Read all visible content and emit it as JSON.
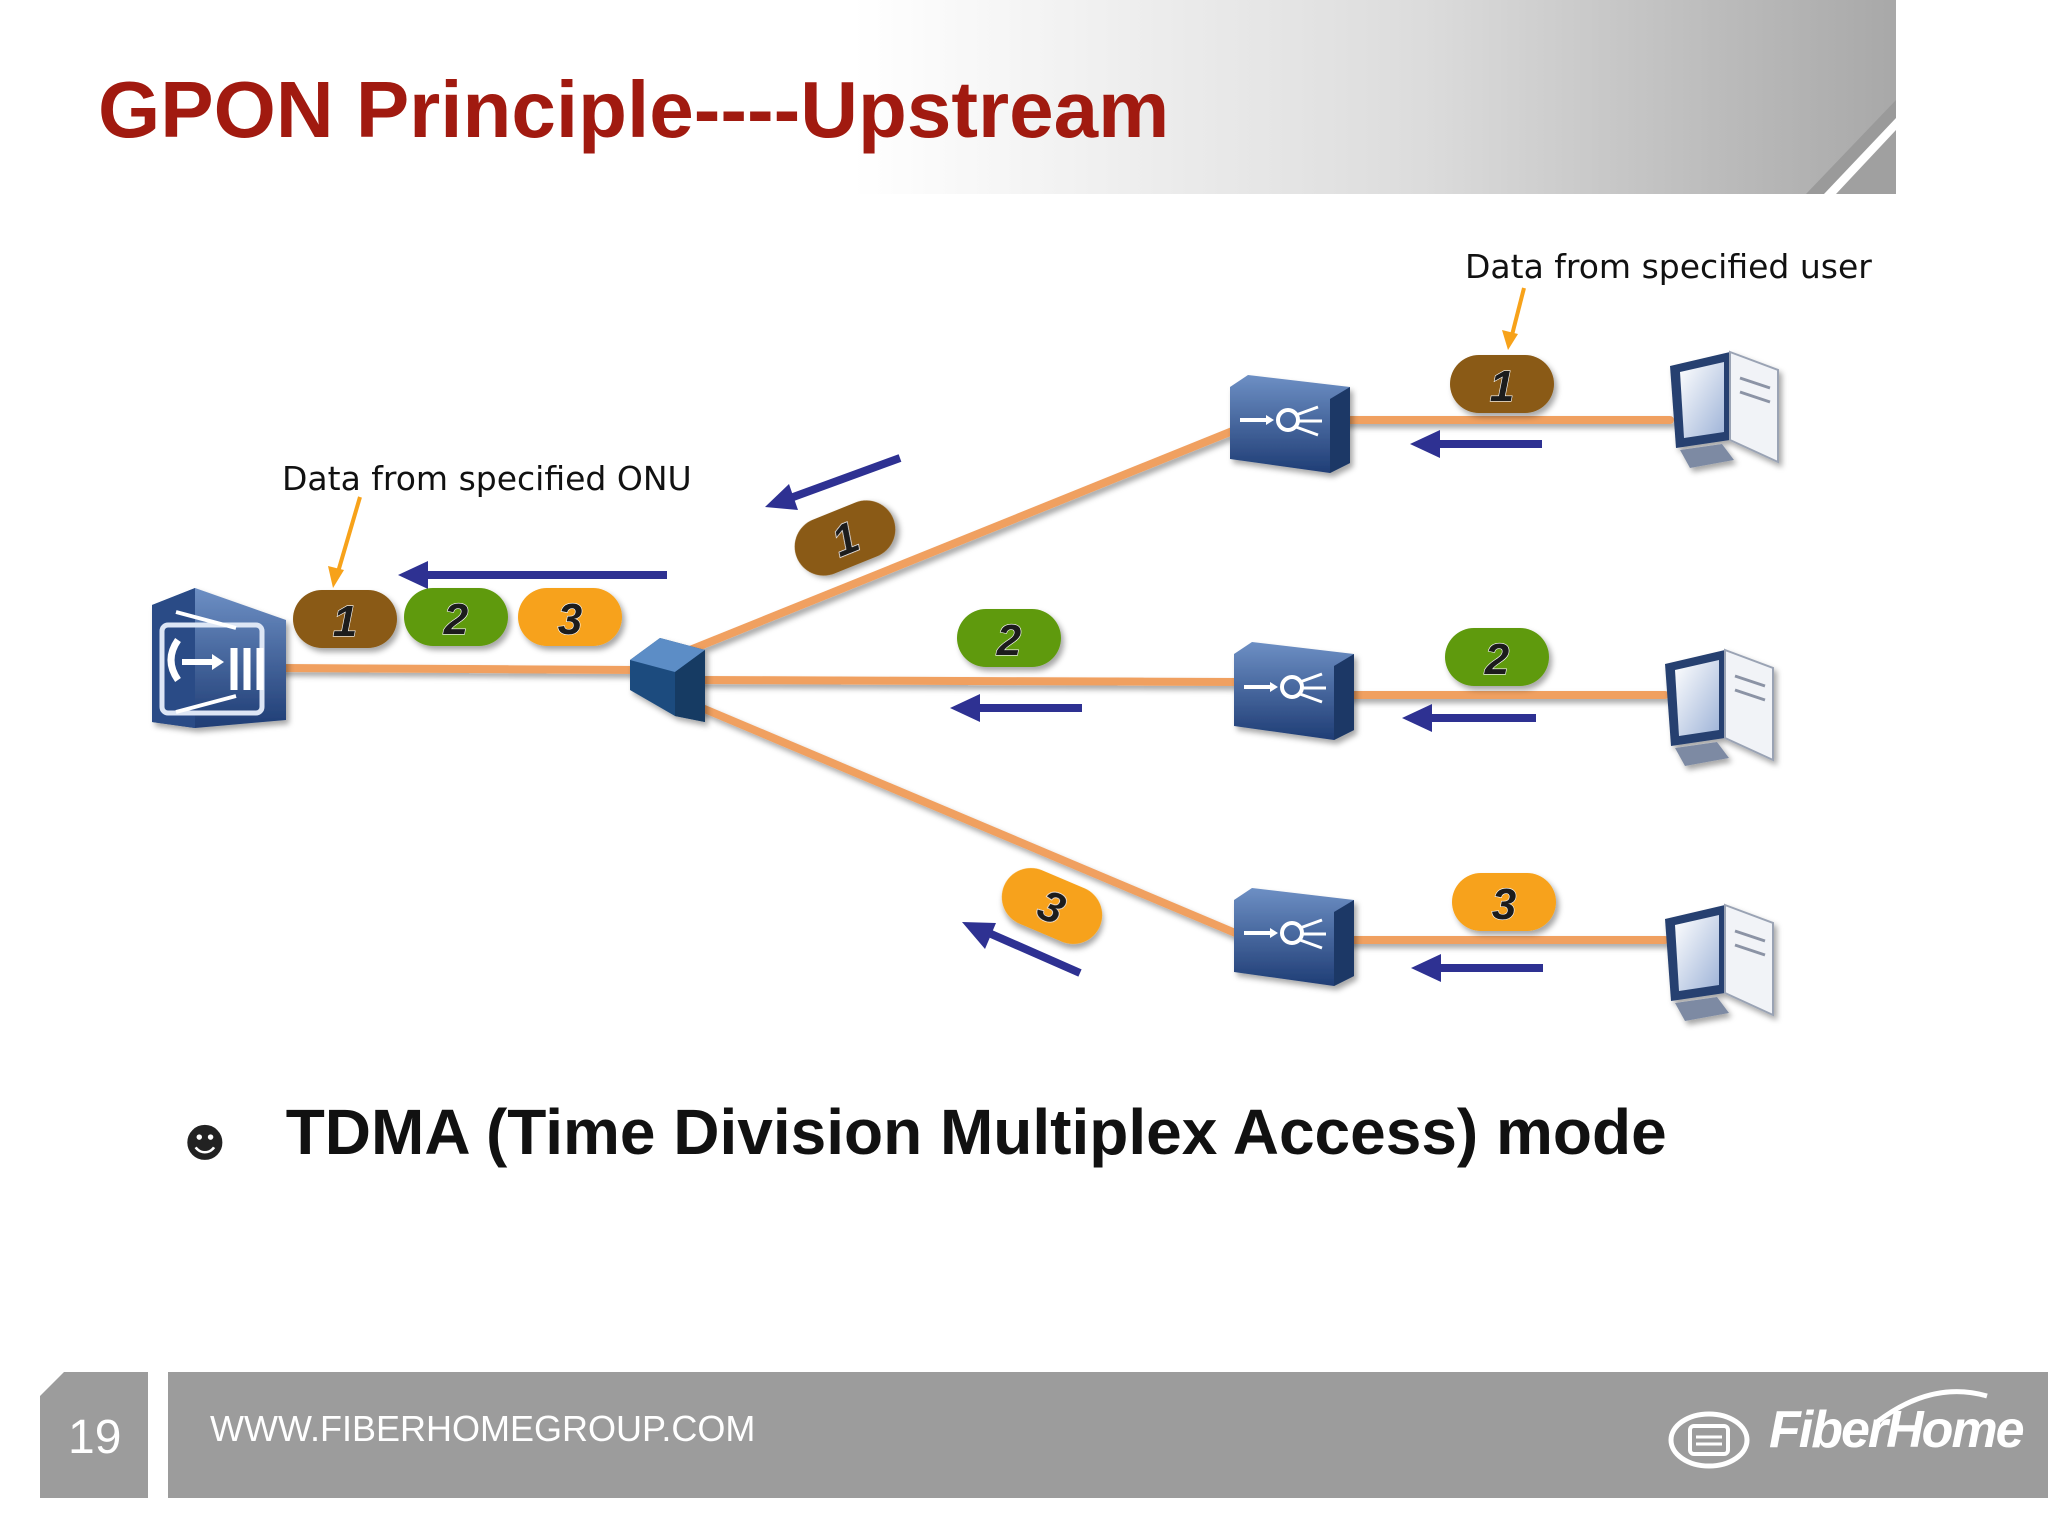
{
  "title": "GPON Principle----Upstream",
  "labels": {
    "user_data": "Data from specified user",
    "onu_data": "Data from specified ONU"
  },
  "packets": {
    "olt_line": [
      "1",
      "2",
      "3"
    ],
    "trunk_1": "1",
    "trunk_2": "2",
    "trunk_3": "3",
    "user_1": "1",
    "user_2": "2",
    "user_3": "3"
  },
  "colors": {
    "packet_1": "#8a5a14",
    "packet_2": "#5f9a10",
    "packet_3": "#f7a21a",
    "fiber": "#f0a060",
    "arrow": "#2e3192",
    "title": "#a11a10",
    "footer": "#9c9c9c"
  },
  "bullet": {
    "icon": "smiley-icon",
    "glyph": "☻",
    "text": "TDMA (Time Division Multiplex Access) mode"
  },
  "footer": {
    "page_number": "19",
    "url": "WWW.FIBERHOMEGROUP.COM",
    "logo_text": "FiberHome"
  }
}
